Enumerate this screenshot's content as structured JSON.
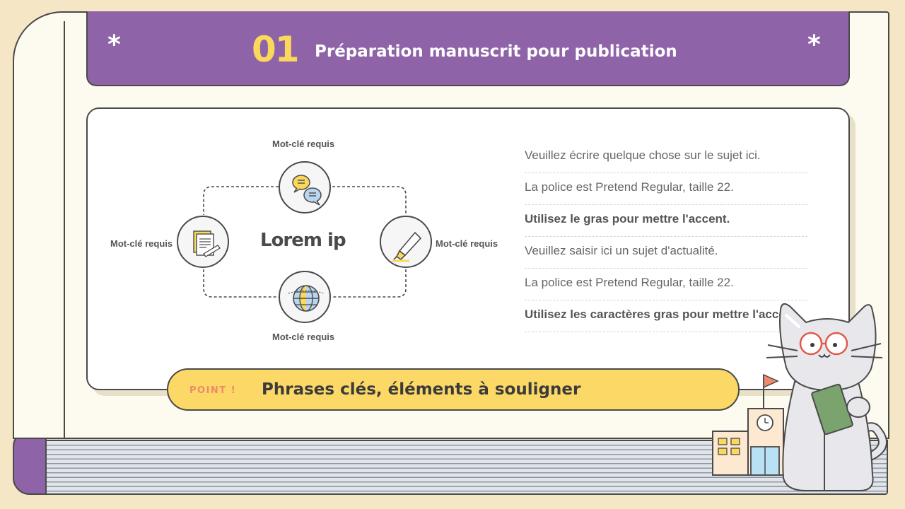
{
  "header": {
    "number": "01",
    "title": "Préparation manuscrit pour publication",
    "asterisk": "*"
  },
  "diagram": {
    "center_title": "Lorem ip",
    "nodes": [
      {
        "keyword": "Mot-clé requis",
        "icon": "chat-bubbles-icon"
      },
      {
        "keyword": "Mot-clé requis",
        "icon": "highlighter-icon"
      },
      {
        "keyword": "Mot-clé requis",
        "icon": "globe-icon"
      },
      {
        "keyword": "Mot-clé requis",
        "icon": "documents-icon"
      }
    ]
  },
  "list": [
    {
      "text": "Veuillez écrire quelque chose sur le sujet ici.",
      "bold": false
    },
    {
      "text": "La police est Pretend Regular, taille 22.",
      "bold": false
    },
    {
      "text": "Utilisez le gras pour mettre l'accent.",
      "bold": true
    },
    {
      "text": "Veuillez saisir ici un sujet d'actualité.",
      "bold": false
    },
    {
      "text": "La police est Pretend Regular, taille 22.",
      "bold": false
    },
    {
      "text": "Utilisez les caractères gras pour mettre l'accent.",
      "bold": true
    }
  ],
  "point": {
    "label": "POINT !",
    "text": "Phrases clés, éléments à souligner"
  },
  "colors": {
    "purple": "#8e63a8",
    "yellow": "#fcd966",
    "page": "#fdfbf0",
    "background": "#f5e6c6"
  }
}
